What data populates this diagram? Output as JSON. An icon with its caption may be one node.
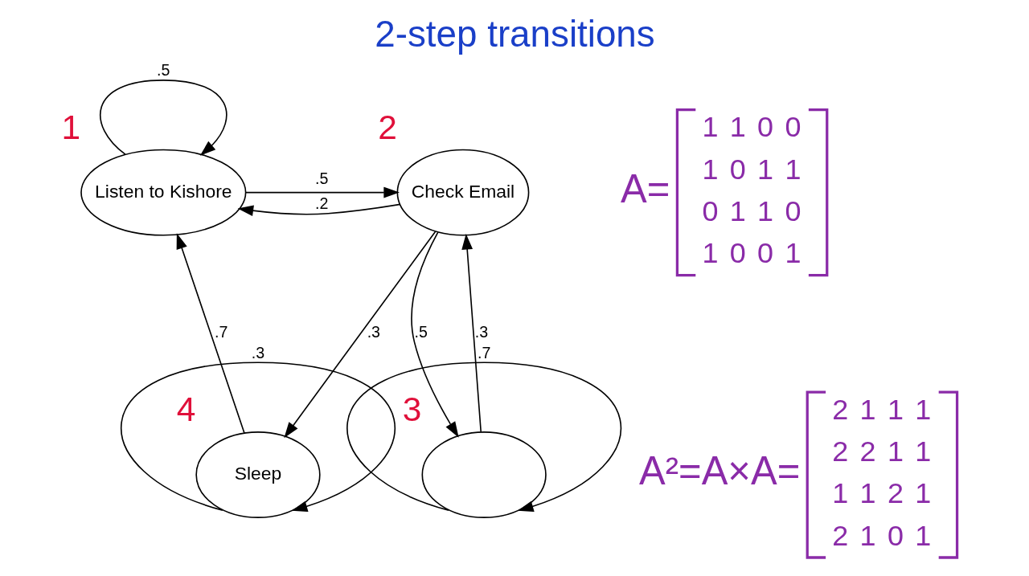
{
  "diagram": {
    "title": "2-step transitions",
    "nodes": [
      {
        "text": [
          "Listen to Kishore"
        ],
        "beside": [
          "1"
        ]
      },
      {
        "text": [
          "Check Email"
        ],
        "beside": [
          "2"
        ]
      },
      {
        "text": [
          "Sleep"
        ],
        "beside": [
          "4"
        ]
      },
      {
        "text": [],
        "shape": "circle",
        "beside": [
          "3"
        ]
      }
    ],
    "edges": [
      {
        "from": 0,
        "to": 0,
        "arrow": "to",
        "label": ".5"
      },
      {
        "from": 0,
        "to": 1,
        "arrow": "to",
        "label": ".5"
      },
      {
        "from": 1,
        "to": 0,
        "arrow": "to",
        "label": ".2"
      },
      {
        "from": 1,
        "to": 2,
        "arrow": "to",
        "label": ".3"
      },
      {
        "from": 1,
        "to": 3,
        "arrow": "to",
        "label": ".5"
      },
      {
        "from": 3,
        "to": 1,
        "arrow": "to",
        "label": ".3"
      },
      {
        "from": 2,
        "to": 0,
        "arrow": "to",
        "label": ".7"
      },
      {
        "from": 2,
        "to": 2,
        "arrow": "to",
        "label": ".3"
      },
      {
        "from": 3,
        "to": 3,
        "arrow": "to",
        "label": ".7"
      }
    ],
    "labels": [
      "A=",
      "1",
      "1",
      "0",
      "0",
      "1",
      "0",
      "1",
      "1",
      "0",
      "1",
      "1",
      "0",
      "1",
      "0",
      "0",
      "1",
      "A²=A×A=",
      "2",
      "1",
      "1",
      "1",
      "2",
      "2",
      "1",
      "1",
      "1",
      "1",
      "2",
      "1",
      "2",
      "1",
      "0",
      "1"
    ]
  }
}
